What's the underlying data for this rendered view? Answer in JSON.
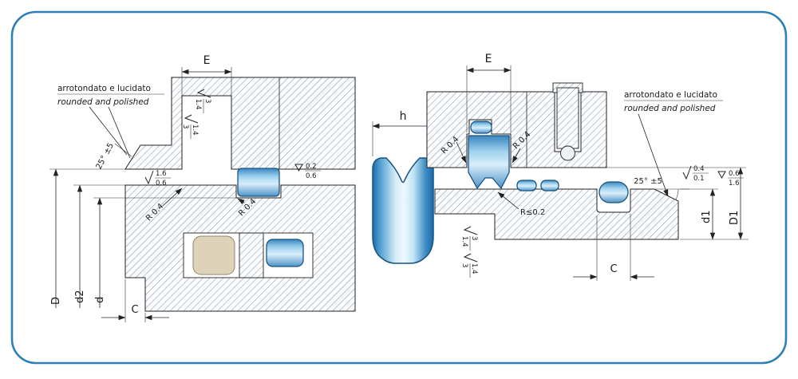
{
  "page": {
    "border_color": "#2e7fb5",
    "seal_dark": "#1d6cad",
    "seal_light": "#d8eefa",
    "bearing_beige": "#ded3b8"
  },
  "left": {
    "note_line1": "arrotondato  e lucidato",
    "note_line2": "rounded and polished",
    "dim_E": "E",
    "dim_C": "C",
    "dim_D": "D",
    "dim_d2": "d2",
    "dim_d": "d",
    "angle_label": "25° ±5",
    "radius_left": "R 0.4",
    "radius_right": "R 0.4",
    "finish_wall_top": "3",
    "finish_wall_bottom": "1.4",
    "finish_wall2_top": "1.4",
    "finish_wall2_bottom": "3",
    "finish_bore_top": "1.6",
    "finish_bore_bottom": "0.6",
    "finish_groove_top": "0.2",
    "finish_groove_bottom": "0.6"
  },
  "profile": {
    "dim_h": "h"
  },
  "right": {
    "note_line1": "arrotondato e lucidato",
    "note_line2": "rounded and polished",
    "dim_E": "E",
    "dim_C": "C",
    "dim_D1": "D1",
    "dim_d1": "d1",
    "angle_label": "25° ±5",
    "radius_left": "R 0.4",
    "radius_right": "R 0.4",
    "radius_rod": "R≤0.2",
    "finish_rod_top": "3",
    "finish_rod_bottom": "1.4",
    "finish_rod2_top": "1.4",
    "finish_rod2_bottom": "3",
    "finish_chamfer_top": "0.4",
    "finish_chamfer_bottom": "0.1",
    "finish_end_top": "0.6",
    "finish_end_bottom": "1.6"
  }
}
